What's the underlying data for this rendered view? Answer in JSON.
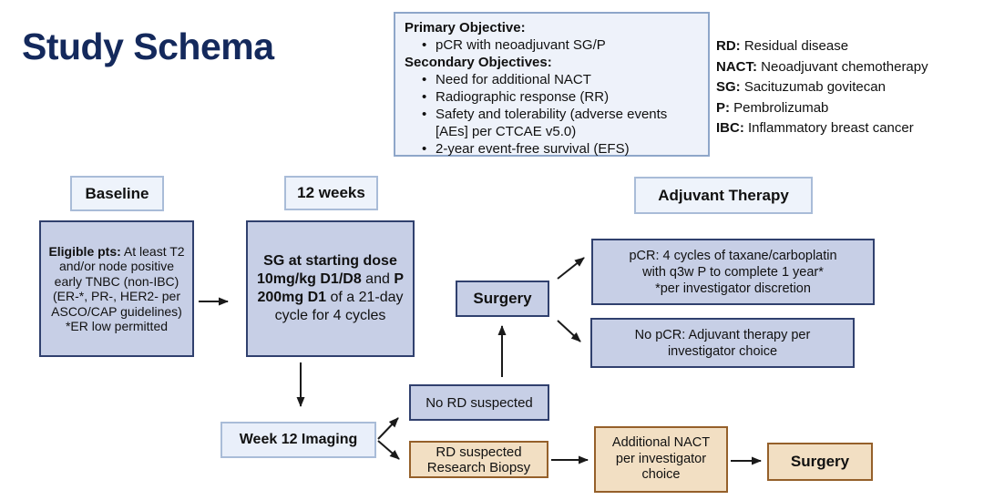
{
  "title": "Study Schema",
  "objectives": {
    "primary_label": "Primary Objective:",
    "primary_items": [
      "pCR with neoadjuvant SG/P"
    ],
    "secondary_label": "Secondary Objectives:",
    "secondary_items": [
      "Need for additional NACT",
      "Radiographic response (RR)",
      "Safety and tolerability (adverse events [AEs] per CTCAE v5.0)",
      "2-year event-free survival (EFS)"
    ]
  },
  "legend": [
    {
      "abbr": "RD:",
      "text": " Residual disease"
    },
    {
      "abbr": "NACT:",
      "text": " Neoadjuvant chemotherapy"
    },
    {
      "abbr": "SG:",
      "text": " Sacituzumab govitecan"
    },
    {
      "abbr": "P:",
      "text": " Pembrolizumab"
    },
    {
      "abbr": "IBC:",
      "text": " Inflammatory breast cancer"
    }
  ],
  "flow": {
    "baseline_header": "Baseline",
    "twelve_weeks_header": "12 weeks",
    "adjuvant_header": "Adjuvant Therapy",
    "eligible": {
      "bold": "Eligible pts:",
      "text": " At least T2 and/or node positive early TNBC (non-IBC) (ER-*, PR-, HER2- per ASCO/CAP guidelines) *ER low permitted"
    },
    "sg": {
      "b1": "SG at starting dose 10mg/kg D1/D8",
      "r1": " and ",
      "b2": "P 200mg D1",
      "r2": " of a 21-day cycle for 4 cycles"
    },
    "surgery": "Surgery",
    "pcr_line1": "pCR: 4 cycles of taxane/carboplatin",
    "pcr_line2": "with q3w P to complete 1 year*",
    "pcr_line3": "*per investigator discretion",
    "no_pcr_line1": "No pCR: Adjuvant therapy per",
    "no_pcr_line2": "investigator choice",
    "week12_imaging": "Week 12 Imaging",
    "no_rd": "No RD suspected",
    "rd_line1": "RD suspected",
    "rd_line2": "Research Biopsy",
    "additional_nact": "Additional NACT per investigator choice",
    "surgery2": "Surgery"
  },
  "colors": {
    "title_navy": "#14295c",
    "lavender_fill": "#c7cfe6",
    "lavender_border": "#30406e",
    "header_fill": "#eef3fb",
    "header_border": "#a9bcd8",
    "tan_fill": "#f2dfc3",
    "tan_border": "#95602a",
    "arrow": "#1a1a1a"
  }
}
